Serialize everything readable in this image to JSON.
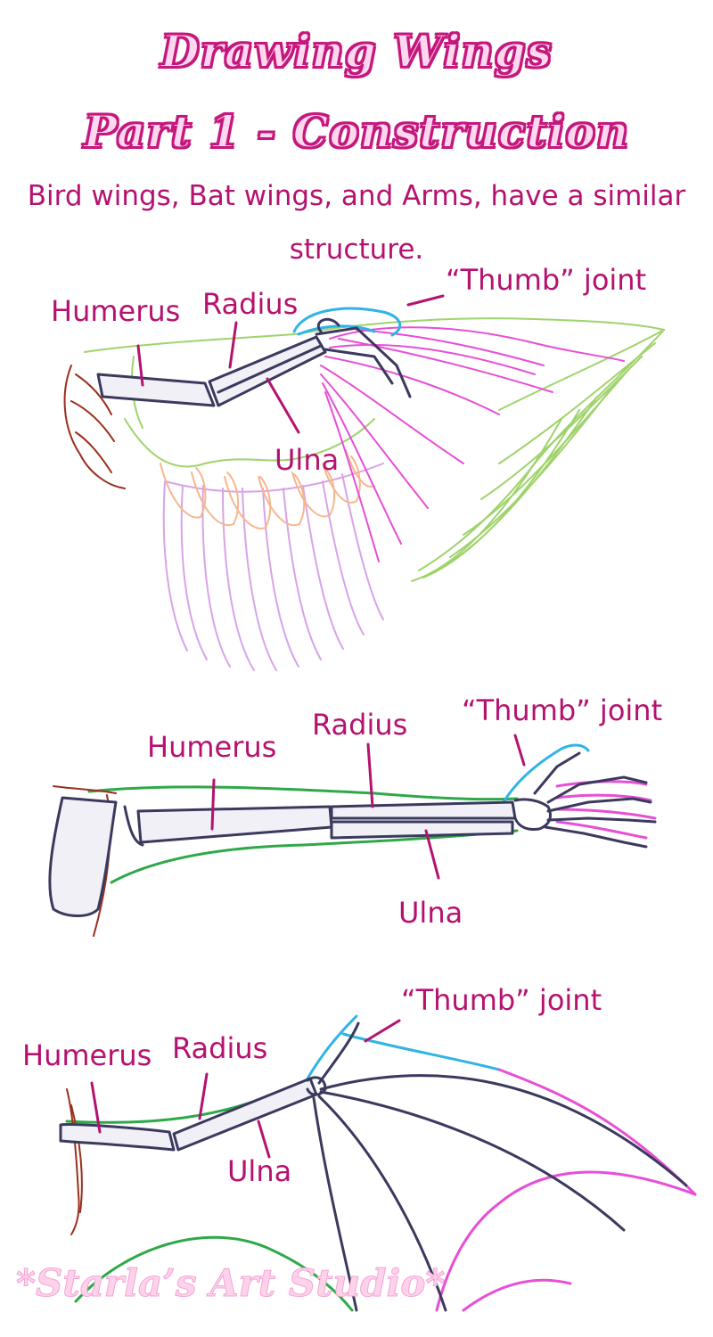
{
  "title_line1": "Drawing Wings",
  "title_line2": "Part 1 - Construction",
  "subtitle": "Bird wings, Bat wings, and Arms, have a similar structure.",
  "bird": {
    "humerus": "Humerus",
    "radius": "Radius",
    "ulna": "Ulna",
    "thumb": "“Thumb” joint"
  },
  "arm": {
    "humerus": "Humerus",
    "radius": "Radius",
    "ulna": "Ulna",
    "thumb": "“Thumb” joint"
  },
  "bat": {
    "humerus": "Humerus",
    "radius": "Radius",
    "ulna": "Ulna",
    "thumb": "“Thumb” joint"
  },
  "footer": "*Starla’s Art Studio*",
  "colors": {
    "title_outline": "#c4187d",
    "label": "#b5126f",
    "bone": "#3b3a5e",
    "green": "#9fd36b",
    "pink": "#e64fd6",
    "cyan": "#2fb4e6",
    "peach": "#f7b68f",
    "lavender": "#d8a3e8",
    "brown": "#9b2f1e"
  }
}
